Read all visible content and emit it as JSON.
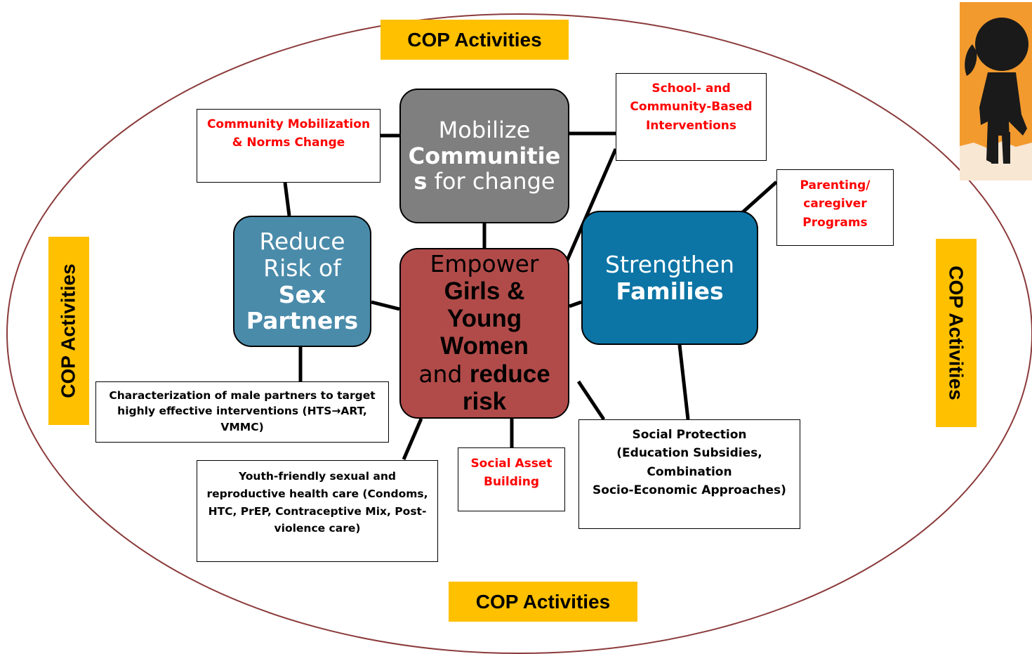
{
  "cop_label": "COP Activities",
  "hubs": {
    "mobilize": {
      "l1": "Mobilize",
      "l2": "Communitie",
      "l3a": "s",
      "l3b": " for change"
    },
    "reduce": {
      "l1": "Reduce",
      "l2": "Risk of",
      "l3": "Sex",
      "l4": "Partners"
    },
    "empower": {
      "l1": "Empower",
      "l2": "Girls &",
      "l3": "Young",
      "l4": "Women",
      "l5a": "and ",
      "l5b": "reduce",
      "l6": "risk"
    },
    "strengthen": {
      "l1": "Strengthen",
      "l2": "Families"
    }
  },
  "activities": {
    "community_mobilization": [
      "Community Mobilization",
      "& Norms Change"
    ],
    "school_community": [
      "School- and",
      "Community-Based",
      "Interventions"
    ],
    "parenting": [
      "Parenting/",
      "caregiver",
      "Programs"
    ],
    "characterization": [
      "Characterization of male partners to target",
      "highly effective interventions (HTS→ART,",
      "VMMC)"
    ],
    "youth_friendly": [
      "Youth-friendly sexual and",
      "reproductive health care (Condoms,",
      "HTC, PrEP, Contraceptive Mix, Post-",
      "violence care)"
    ],
    "social_asset": [
      "Social Asset",
      "Building"
    ],
    "social_protection": [
      "Social Protection",
      "(Education Subsidies,",
      "Combination",
      "Socio-Economic Approaches)"
    ]
  },
  "colors": {
    "cop_yellow": "#FFC000",
    "ellipse_stroke": "#8B3A3A",
    "mobilize_gray": "#7F7F7F",
    "reduce_blue": "#4A8BAA",
    "empower_red": "#B14B49",
    "strengthen_blue": "#0C75A5",
    "activity_red_text": "#FF0000"
  }
}
